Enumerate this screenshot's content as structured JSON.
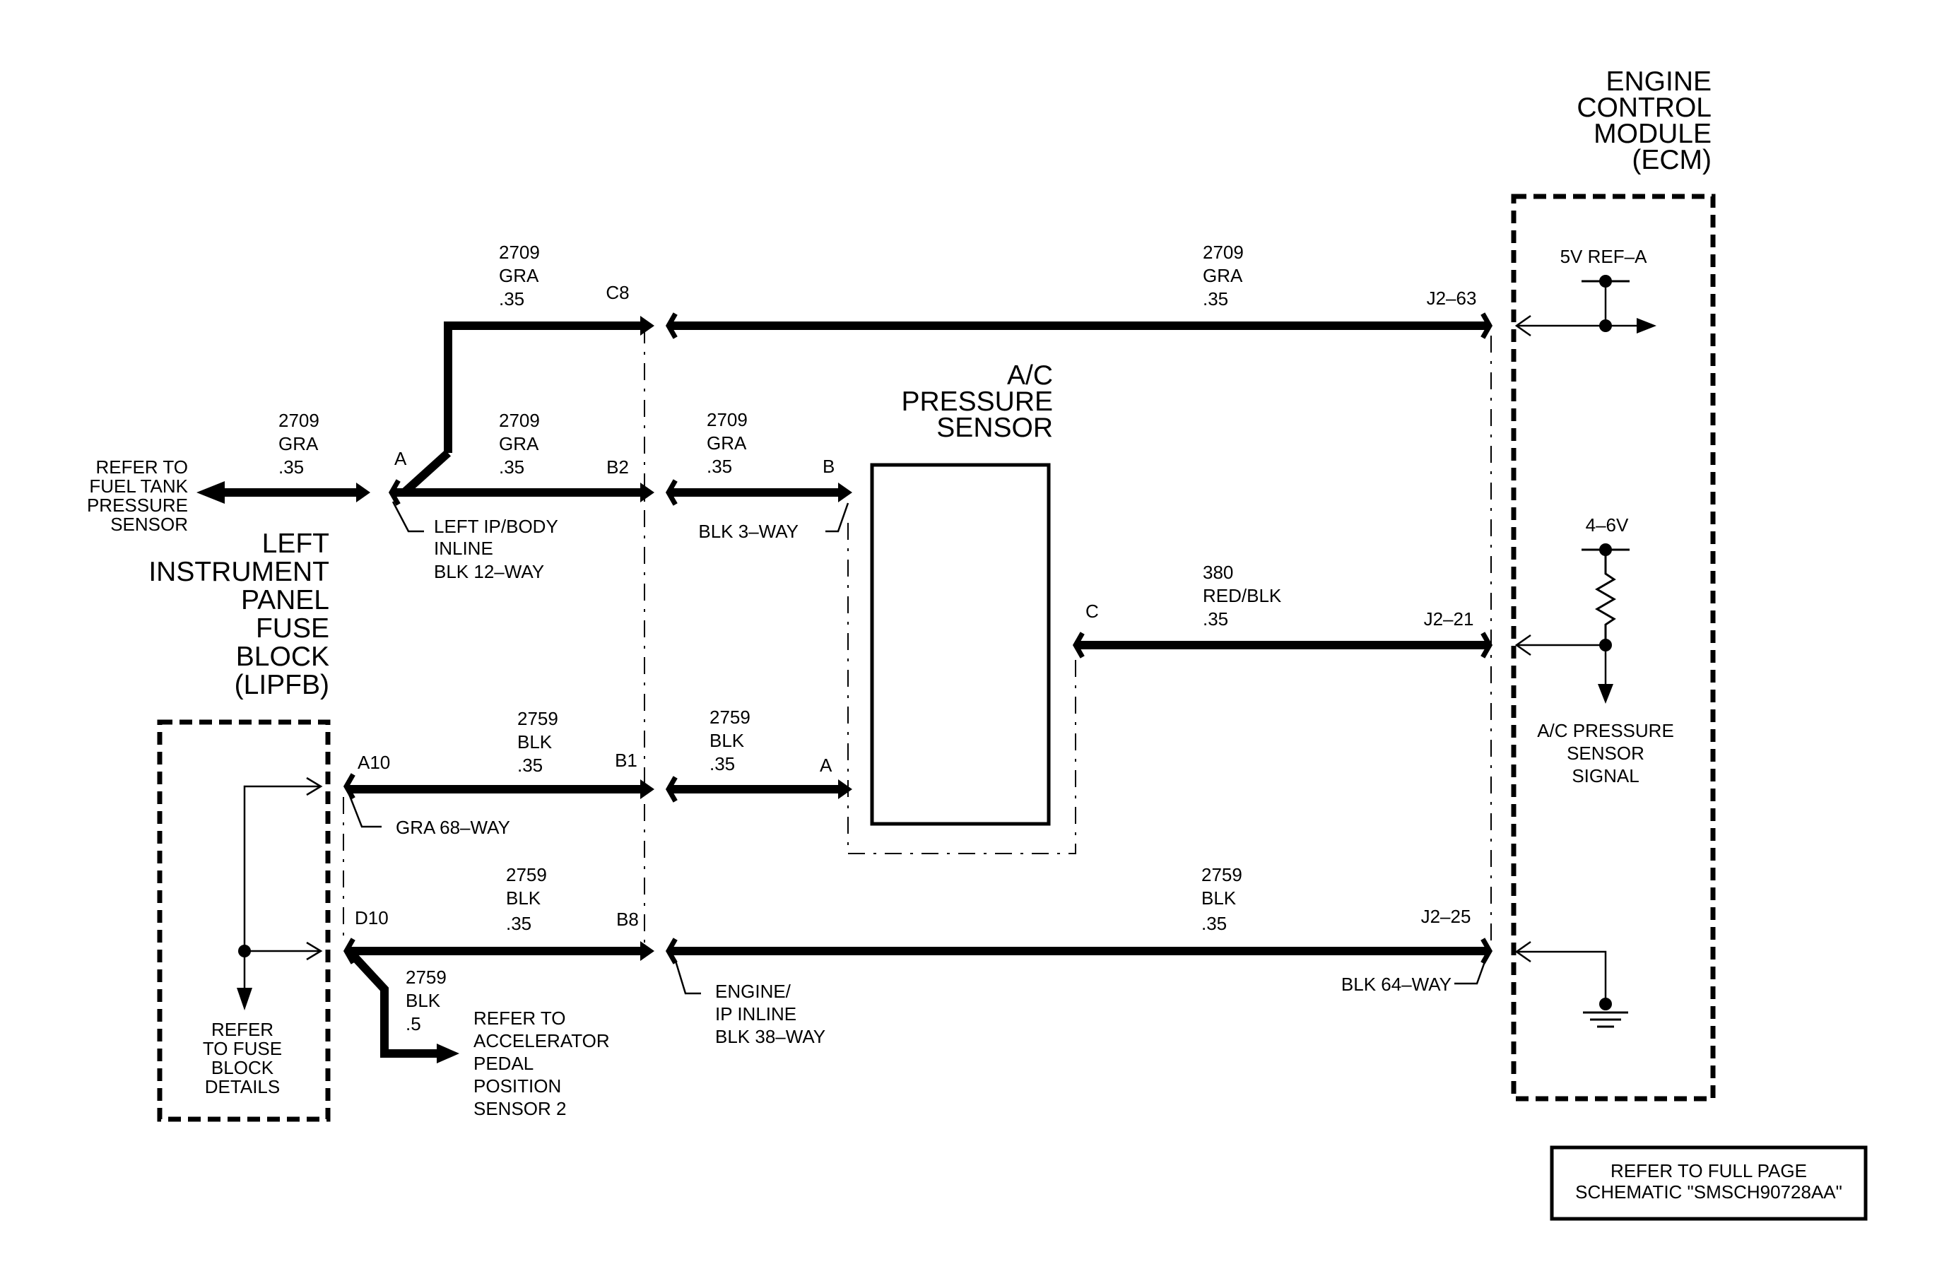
{
  "ecm": {
    "title": [
      "ENGINE",
      "CONTROL",
      "MODULE",
      "(ECM)"
    ],
    "ref_5v": "5V REF–A",
    "pullup": "4–6V",
    "signal": [
      "A/C PRESSURE",
      "SENSOR",
      "SIGNAL"
    ]
  },
  "lipfb": {
    "title": [
      "LEFT",
      "INSTRUMENT",
      "PANEL",
      "FUSE",
      "BLOCK",
      "(LIPFB)"
    ],
    "refer": [
      "REFER",
      "TO FUSE",
      "BLOCK",
      "DETAILS"
    ],
    "pin_a10": "A10",
    "pin_d10": "D10",
    "connector": "GRA 68–WAY"
  },
  "sensor": {
    "title": [
      "A/C",
      "PRESSURE",
      "SENSOR"
    ],
    "pin_b": "B",
    "pin_a": "A",
    "pin_c": "C",
    "connector": "BLK 3–WAY"
  },
  "inline_left": {
    "pin_a": "A",
    "label": [
      "LEFT IP/BODY",
      "INLINE",
      "BLK 12–WAY"
    ]
  },
  "inline_engine": {
    "label": [
      "ENGINE/",
      "IP INLINE",
      "BLK 38–WAY"
    ],
    "pin_c8": "C8",
    "pin_b2": "B2",
    "pin_b1": "B1",
    "pin_b8": "B8"
  },
  "ecm_pins": {
    "j2_63": "J2–63",
    "j2_21": "J2–21",
    "j2_25": "J2–25",
    "connector": "BLK 64–WAY"
  },
  "wires": {
    "gra_top_left": [
      "2709",
      "GRA",
      ".35"
    ],
    "gra_top_right": [
      "2709",
      "GRA",
      ".35"
    ],
    "gra_fuel": [
      "2709",
      "GRA",
      ".35"
    ],
    "gra_mid": [
      "2709",
      "GRA",
      ".35"
    ],
    "gra_sensor": [
      "2709",
      "GRA",
      ".35"
    ],
    "red_blk": [
      "380",
      "RED/BLK",
      ".35"
    ],
    "blk_a10": [
      "2759",
      "BLK",
      ".35"
    ],
    "blk_sensor": [
      "2759",
      "BLK",
      ".35"
    ],
    "blk_d10": [
      "2759",
      "BLK",
      ".35"
    ],
    "blk_ground": [
      "2759",
      "BLK",
      ".35"
    ],
    "blk_app": [
      "2759",
      "BLK",
      ".5"
    ]
  },
  "refs": {
    "fuel_tank": [
      "REFER TO",
      "FUEL TANK",
      "PRESSURE",
      "SENSOR"
    ],
    "accelerator": [
      "REFER TO",
      "ACCELERATOR",
      "PEDAL",
      "POSITION",
      "SENSOR 2"
    ]
  },
  "footer": [
    "REFER TO FULL PAGE",
    "SCHEMATIC \"SMSCH90728AA\""
  ]
}
